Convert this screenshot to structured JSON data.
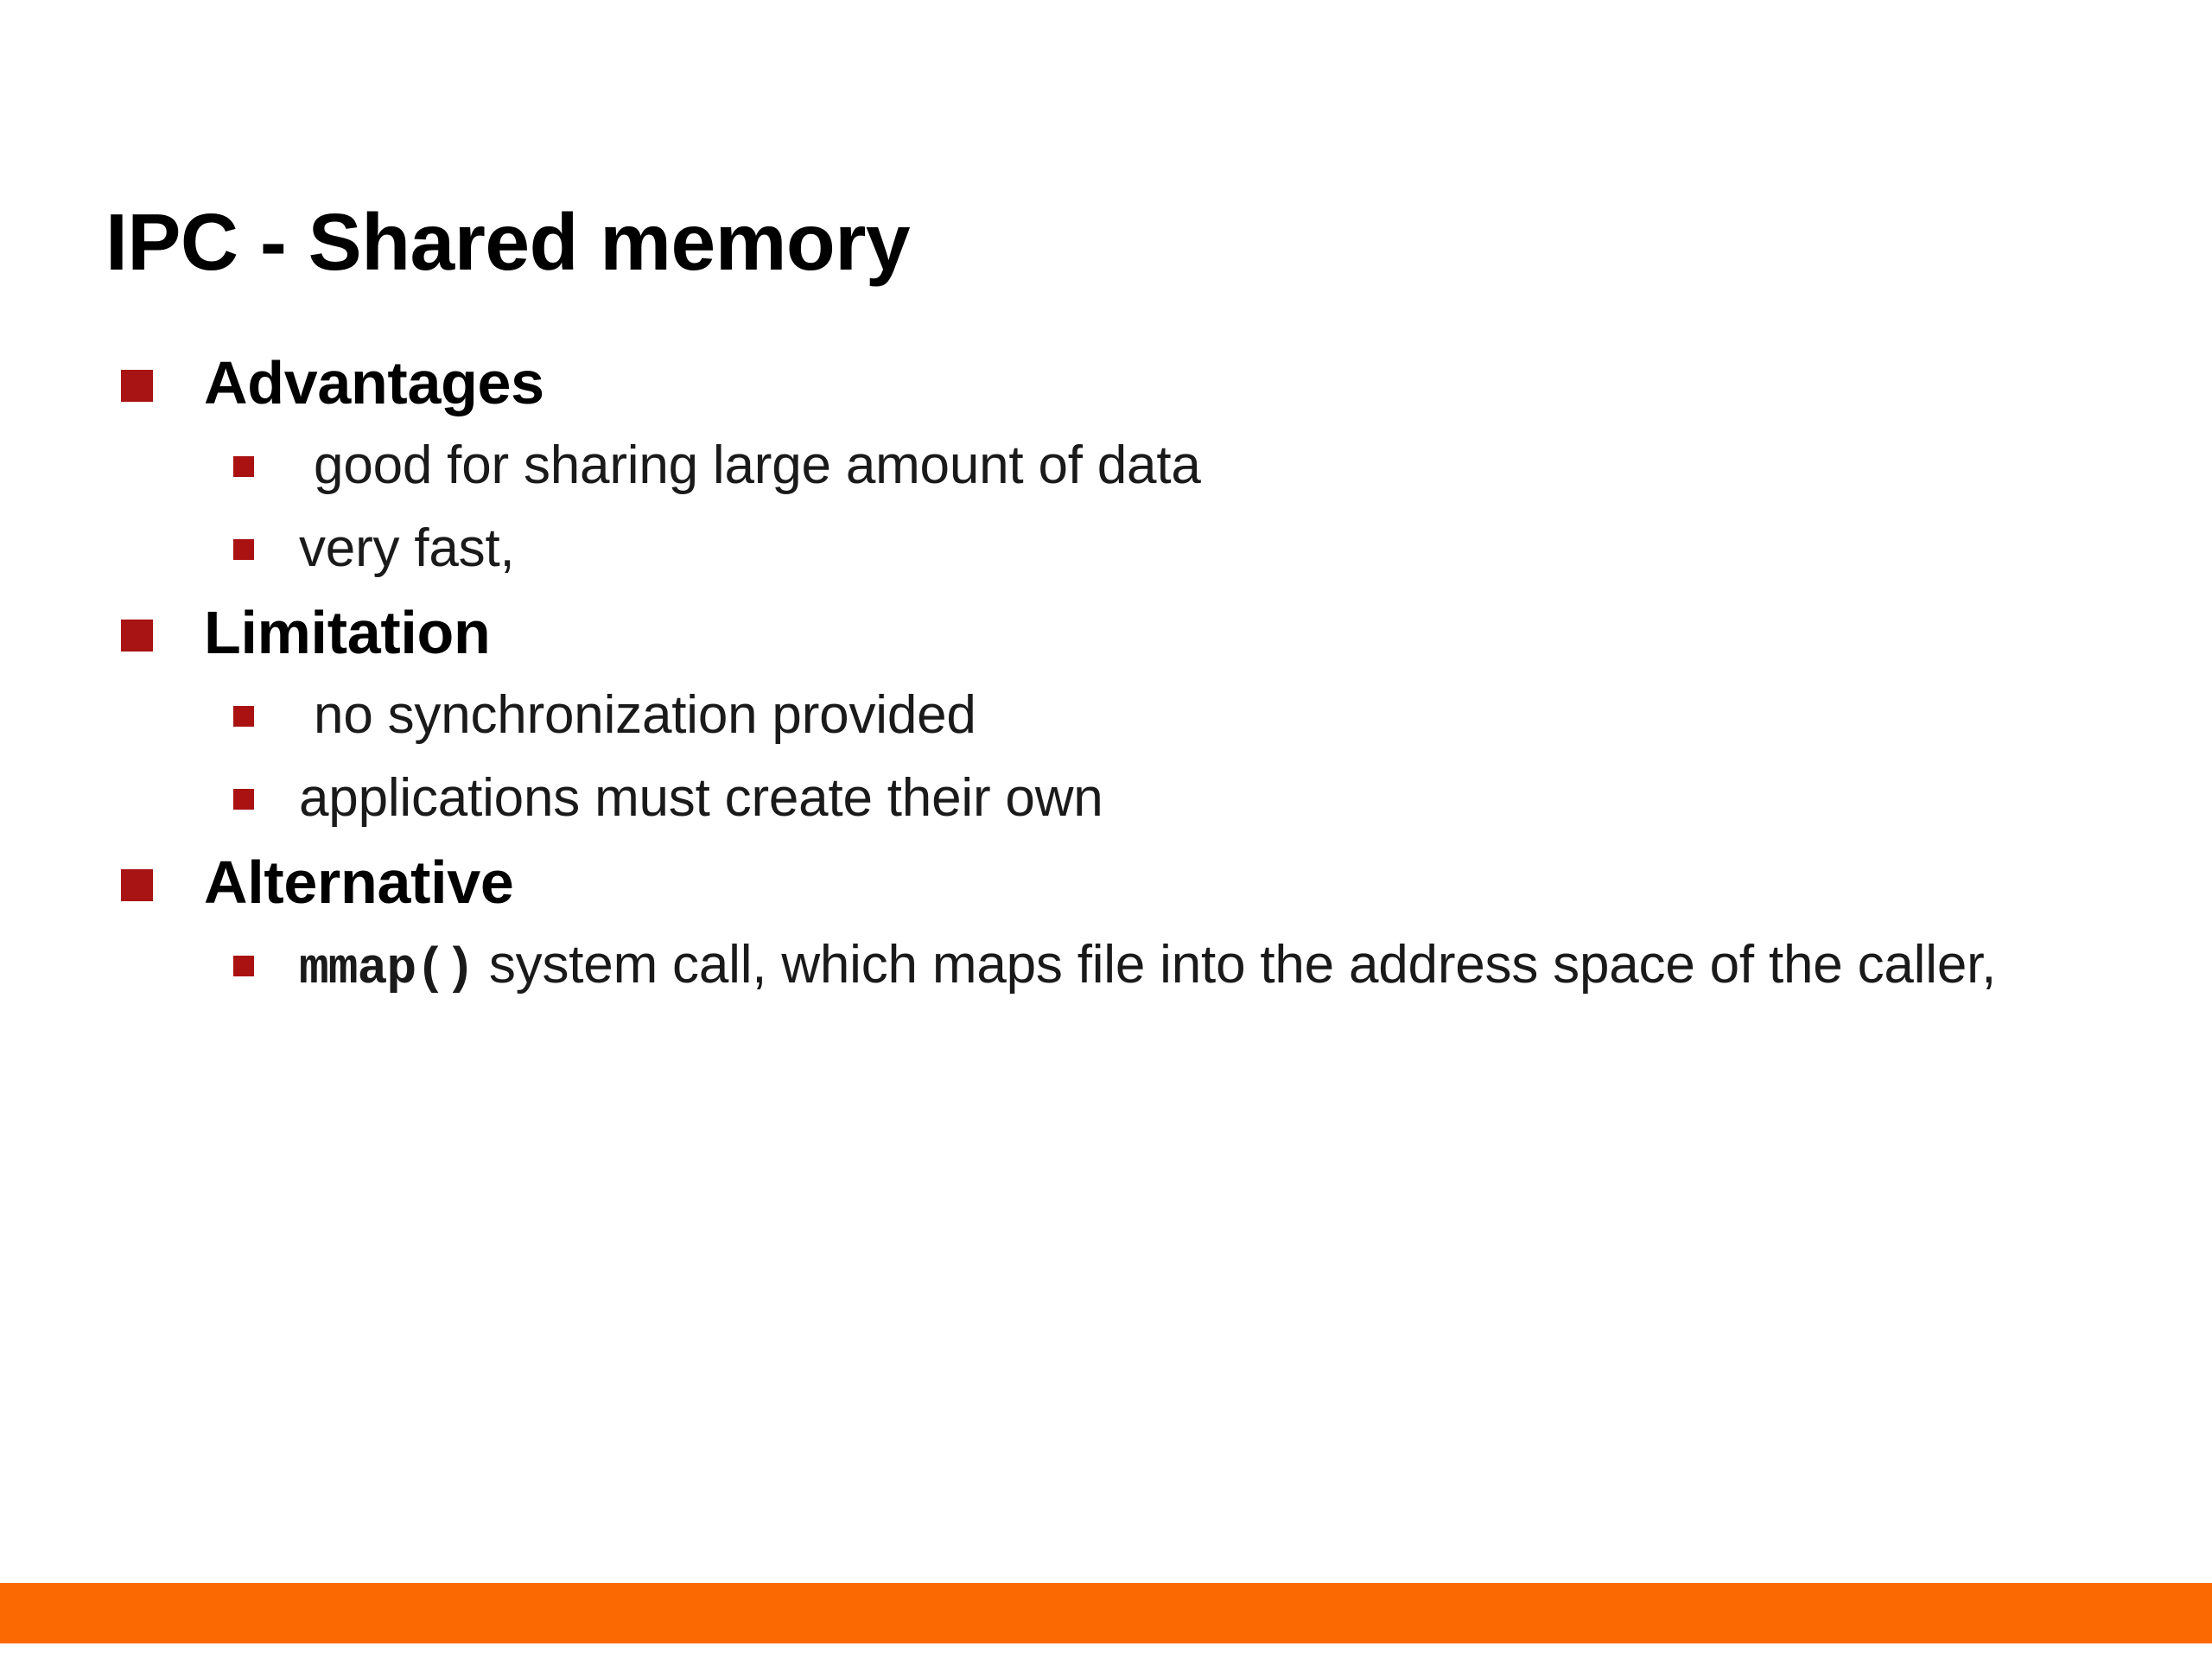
{
  "slide": {
    "title": "IPC - Shared memory",
    "background_color": "#FFFFFF",
    "accent_bar_color": "#FB6A02",
    "bullet_level1_color": "#A81313",
    "bullet_level2_color": "#AA1212",
    "text_color": "#000000"
  },
  "content": {
    "sections": [
      {
        "heading": "Advantages",
        "items": [
          {
            "prefix": " ",
            "text": "good for sharing large amount of data",
            "mono": ""
          },
          {
            "prefix": "",
            "text": "very fast,",
            "mono": ""
          }
        ]
      },
      {
        "heading": "Limitation",
        "items": [
          {
            "prefix": " ",
            "text": "no synchronization provided",
            "mono": ""
          },
          {
            "prefix": "",
            "text": "applications must create their own",
            "mono": ""
          }
        ]
      },
      {
        "heading": "Alternative",
        "items": [
          {
            "prefix": "",
            "text": " system call, which maps file into the address space of the caller,",
            "mono": "mmap()"
          }
        ]
      }
    ]
  }
}
